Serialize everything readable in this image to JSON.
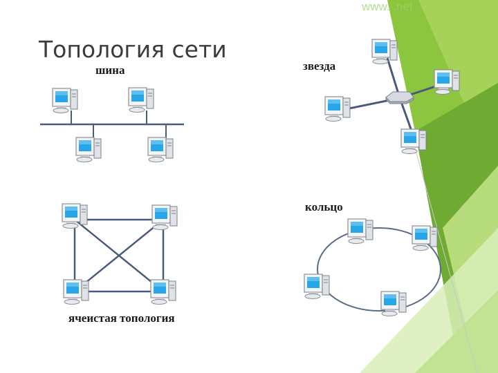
{
  "slide": {
    "title": "Топология сети",
    "watermark": "www.               .net",
    "labels": {
      "bus": "шина",
      "star": "звезда",
      "ring": "кольцо",
      "mesh": "ячеистая топология"
    }
  },
  "icons": [
    "computer-icon",
    "hub-icon"
  ],
  "colors": {
    "accent_green": "#8cc63e",
    "light_green": "#c9e59b",
    "dark_green": "#5d9a2a",
    "cable": "#4a5a7a",
    "screen": "#29a6e8"
  }
}
